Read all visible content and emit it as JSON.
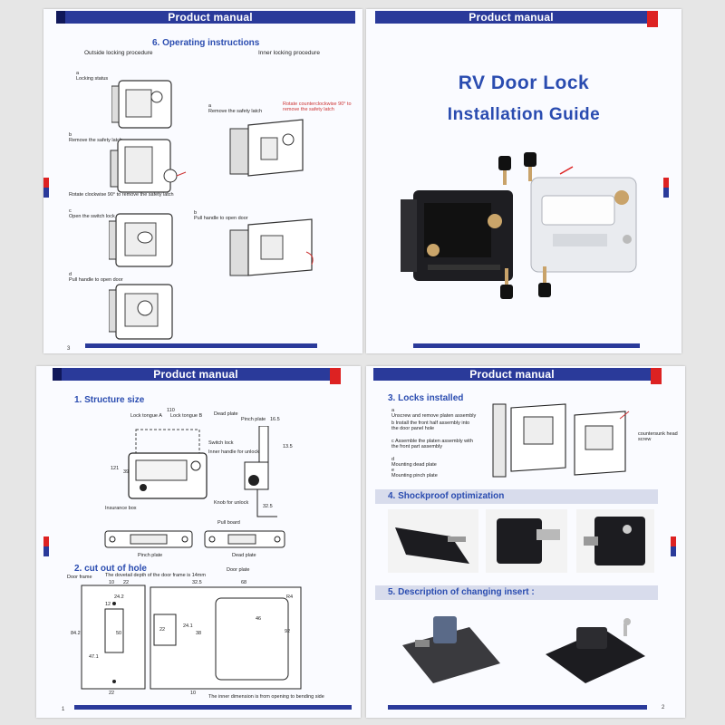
{
  "header_label": "Product manual",
  "colors": {
    "header_blue": "#2a3a9a",
    "accent_red": "#dd2222",
    "section_blue": "#2a4cb0"
  },
  "page3": {
    "section_title": "6. Operating instructions",
    "outside_label": "Outside locking procedure",
    "inner_label": "Inner locking procedure",
    "steps": [
      "a\nLocking status",
      "b\nRemove the safety latch",
      "Rotate clockwise 90° to remove the safety latch",
      "c\nOpen the switch lock",
      "d\nPull handle to open door"
    ],
    "inner_steps": [
      "a\nRemove the safety latch",
      "Rotate counterclockwise 90° to remove the safety latch",
      "b\nPull handle to open door"
    ],
    "page_number": "3"
  },
  "cover": {
    "title_line1": "RV Door Lock",
    "title_line2": "Installation  Guide"
  },
  "page1": {
    "section1": "1. Structure size",
    "labels": [
      "Lock tongue A",
      "Lock tongue B",
      "Dead plate",
      "Pinch plate",
      "Switch lock",
      "Inner handle for unlocking",
      "Insurance box",
      "Knob for unlock",
      "Pull board",
      "Pinch plate",
      "Dead plate"
    ],
    "dims": [
      "110",
      "16.5",
      "13.5",
      "121",
      "32.5",
      "39"
    ],
    "section2": "2. cut out of hole",
    "door_frame": "Door frame",
    "depth_note": "The dovetail depth of the door frame is 14mm",
    "door_plate": "Door plate",
    "cut_dims": [
      "10",
      "22",
      "24.2",
      "12",
      "84.2",
      "50",
      "47.1",
      "22",
      "32.5",
      "68",
      "22",
      "24.1",
      "38",
      "46",
      "92",
      "R4",
      "10"
    ],
    "inner_note": "The inner dimension is from opening to bending side",
    "page_number": "1"
  },
  "page2": {
    "section3": "3. Locks installed",
    "steps": [
      "a\nUnscrew and remove platen assembly",
      "b\nInstall the front half assembly into the door panel hole",
      "c\nAssemble the platen assembly with the front part assembly",
      "d\nMounting dead plate",
      "e\nMounting pinch plate"
    ],
    "countersunk": "countersunk head screw",
    "section4": "4. Shockproof optimization",
    "section5": "5. Description of changing insert :",
    "page_number": "2"
  }
}
